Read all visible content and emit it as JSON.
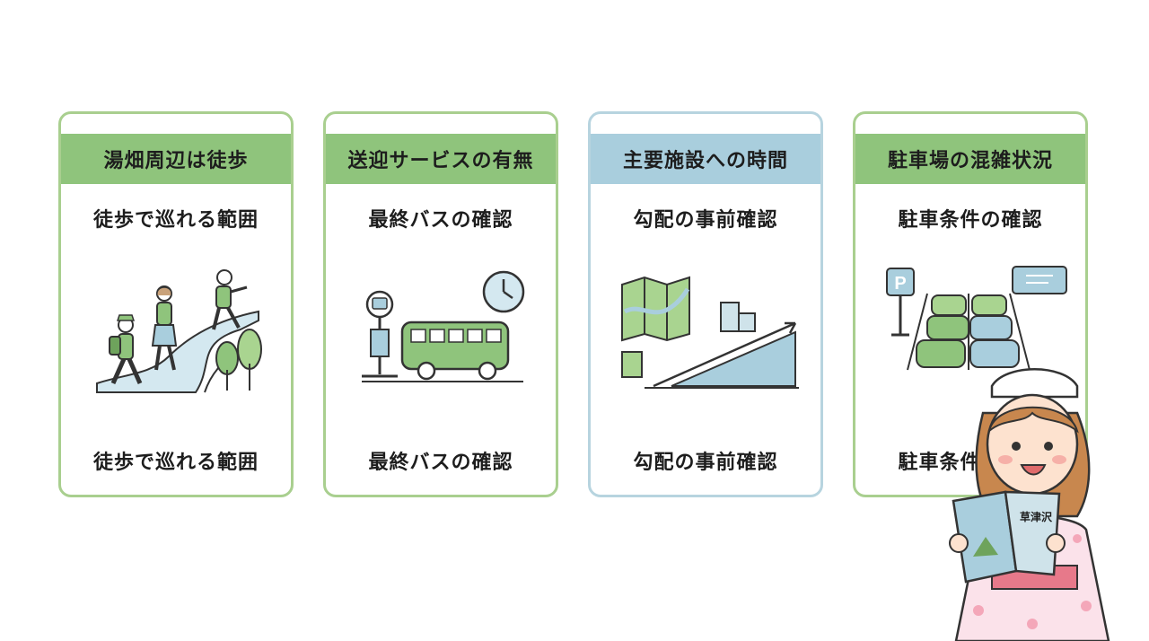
{
  "cards": [
    {
      "title": "湯畑周辺は徒歩",
      "subtitle": "徒歩で巡れる範囲",
      "footer": "徒歩で巡れる範囲",
      "accent": "#8fc47c"
    },
    {
      "title": "送迎サービスの有無",
      "subtitle": "最終バスの確認",
      "footer": "最終バスの確認",
      "accent": "#8fc47c"
    },
    {
      "title": "主要施設への時間",
      "subtitle": "勾配の事前確認",
      "footer": "勾配の事前確認",
      "accent": "#a9cedd"
    },
    {
      "title": "駐車場の混雑状況",
      "subtitle": "駐車条件の確認",
      "footer": "駐車条件の確認",
      "accent": "#8fc47c"
    }
  ],
  "parking_sign": "P",
  "guidebook_title": "草津沢",
  "icons": [
    "walking-hikers-icon",
    "bus-stop-icon",
    "clock-icon",
    "map-icon",
    "slope-graph-icon",
    "parking-sign-icon",
    "ticket-icon",
    "guide-character-icon"
  ]
}
